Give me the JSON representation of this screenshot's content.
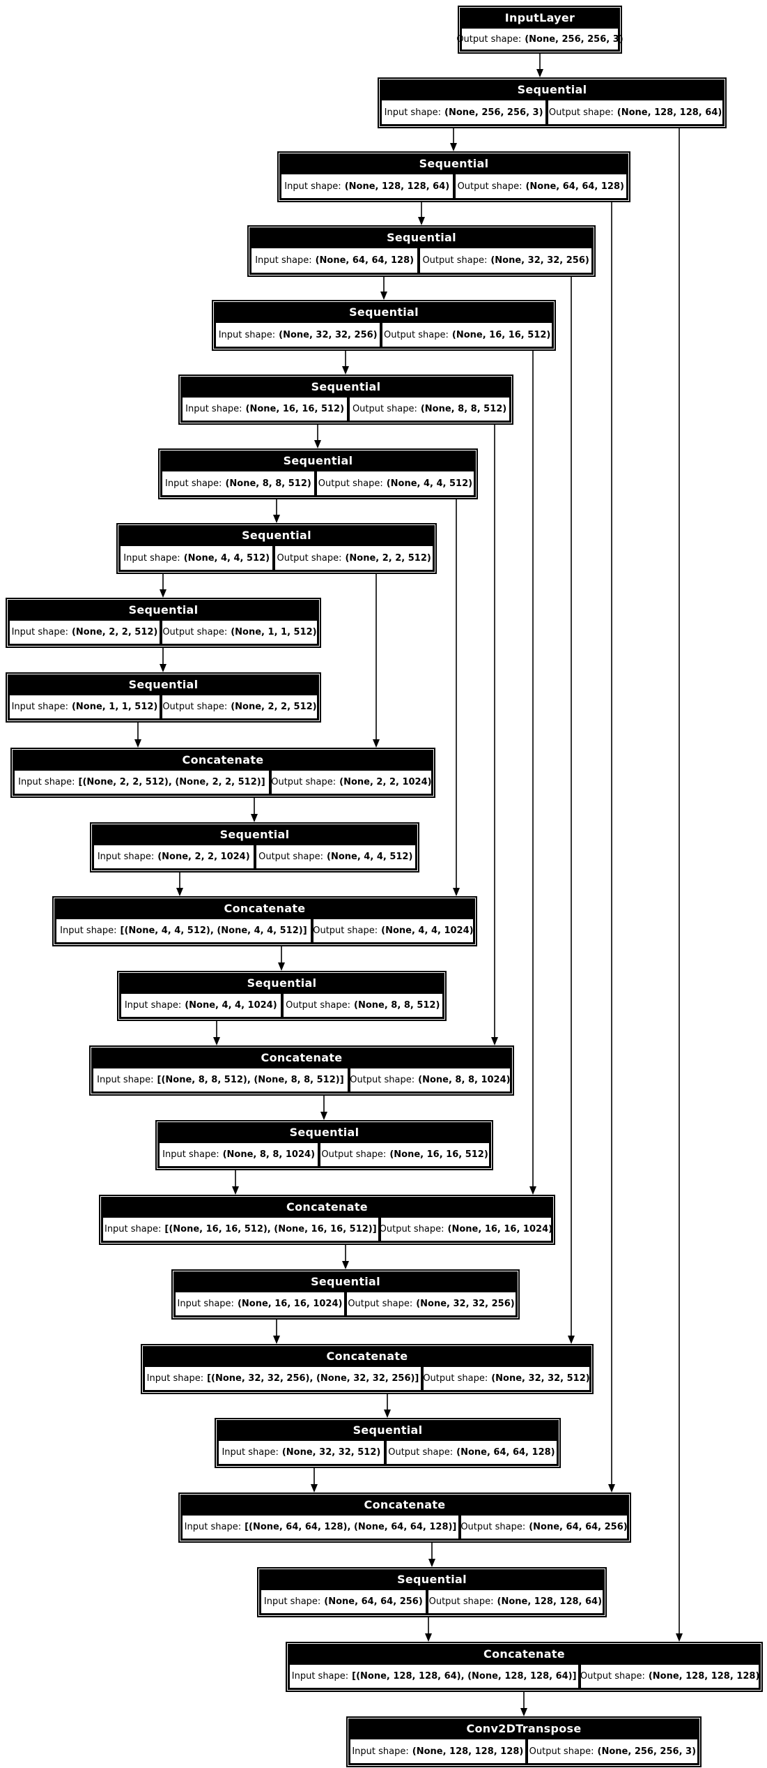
{
  "diagram": {
    "title": "Keras model architecture plot (U-Net generator)",
    "background_color": "#ffffff",
    "node_fill_color": "#000000",
    "node_title_color": "#ffffff",
    "cell_fill_color": "#ffffff",
    "cell_text_color": "#000000",
    "edge_color": "#000000",
    "input_label": "Input shape:",
    "output_label": "Output shape:"
  },
  "nodes": [
    {
      "id": "input",
      "title": "InputLayer",
      "cells": [
        {
          "label": "Output shape:",
          "value": "(None, 256, 256, 3)"
        }
      ]
    },
    {
      "id": "seq1",
      "title": "Sequential",
      "cells": [
        {
          "label": "Input shape:",
          "value": "(None, 256, 256, 3)"
        },
        {
          "label": "Output shape:",
          "value": "(None, 128, 128, 64)"
        }
      ]
    },
    {
      "id": "seq2",
      "title": "Sequential",
      "cells": [
        {
          "label": "Input shape:",
          "value": "(None, 128, 128, 64)"
        },
        {
          "label": "Output shape:",
          "value": "(None, 64, 64, 128)"
        }
      ]
    },
    {
      "id": "seq3",
      "title": "Sequential",
      "cells": [
        {
          "label": "Input shape:",
          "value": "(None, 64, 64, 128)"
        },
        {
          "label": "Output shape:",
          "value": "(None, 32, 32, 256)"
        }
      ]
    },
    {
      "id": "seq4",
      "title": "Sequential",
      "cells": [
        {
          "label": "Input shape:",
          "value": "(None, 32, 32, 256)"
        },
        {
          "label": "Output shape:",
          "value": "(None, 16, 16, 512)"
        }
      ]
    },
    {
      "id": "seq5",
      "title": "Sequential",
      "cells": [
        {
          "label": "Input shape:",
          "value": "(None, 16, 16, 512)"
        },
        {
          "label": "Output shape:",
          "value": "(None, 8, 8, 512)"
        }
      ]
    },
    {
      "id": "seq6",
      "title": "Sequential",
      "cells": [
        {
          "label": "Input shape:",
          "value": "(None, 8, 8, 512)"
        },
        {
          "label": "Output shape:",
          "value": "(None, 4, 4, 512)"
        }
      ]
    },
    {
      "id": "seq7",
      "title": "Sequential",
      "cells": [
        {
          "label": "Input shape:",
          "value": "(None, 4, 4, 512)"
        },
        {
          "label": "Output shape:",
          "value": "(None, 2, 2, 512)"
        }
      ]
    },
    {
      "id": "seq8",
      "title": "Sequential",
      "cells": [
        {
          "label": "Input shape:",
          "value": "(None, 2, 2, 512)"
        },
        {
          "label": "Output shape:",
          "value": "(None, 1, 1, 512)"
        }
      ]
    },
    {
      "id": "seq9",
      "title": "Sequential",
      "cells": [
        {
          "label": "Input shape:",
          "value": "(None, 1, 1, 512)"
        },
        {
          "label": "Output shape:",
          "value": "(None, 2, 2, 512)"
        }
      ]
    },
    {
      "id": "c1",
      "title": "Concatenate",
      "cells": [
        {
          "label": "Input shape:",
          "value": "[(None, 2, 2, 512), (None, 2, 2, 512)]"
        },
        {
          "label": "Output shape:",
          "value": "(None, 2, 2, 1024)"
        }
      ]
    },
    {
      "id": "seq10",
      "title": "Sequential",
      "cells": [
        {
          "label": "Input shape:",
          "value": "(None, 2, 2, 1024)"
        },
        {
          "label": "Output shape:",
          "value": "(None, 4, 4, 512)"
        }
      ]
    },
    {
      "id": "c2",
      "title": "Concatenate",
      "cells": [
        {
          "label": "Input shape:",
          "value": "[(None, 4, 4, 512), (None, 4, 4, 512)]"
        },
        {
          "label": "Output shape:",
          "value": "(None, 4, 4, 1024)"
        }
      ]
    },
    {
      "id": "seq11",
      "title": "Sequential",
      "cells": [
        {
          "label": "Input shape:",
          "value": "(None, 4, 4, 1024)"
        },
        {
          "label": "Output shape:",
          "value": "(None, 8, 8, 512)"
        }
      ]
    },
    {
      "id": "c3",
      "title": "Concatenate",
      "cells": [
        {
          "label": "Input shape:",
          "value": "[(None, 8, 8, 512), (None, 8, 8, 512)]"
        },
        {
          "label": "Output shape:",
          "value": "(None, 8, 8, 1024)"
        }
      ]
    },
    {
      "id": "seq12",
      "title": "Sequential",
      "cells": [
        {
          "label": "Input shape:",
          "value": "(None, 8, 8, 1024)"
        },
        {
          "label": "Output shape:",
          "value": "(None, 16, 16, 512)"
        }
      ]
    },
    {
      "id": "c4",
      "title": "Concatenate",
      "cells": [
        {
          "label": "Input shape:",
          "value": "[(None, 16, 16, 512), (None, 16, 16, 512)]"
        },
        {
          "label": "Output shape:",
          "value": "(None, 16, 16, 1024)"
        }
      ]
    },
    {
      "id": "seq13",
      "title": "Sequential",
      "cells": [
        {
          "label": "Input shape:",
          "value": "(None, 16, 16, 1024)"
        },
        {
          "label": "Output shape:",
          "value": "(None, 32, 32, 256)"
        }
      ]
    },
    {
      "id": "c5",
      "title": "Concatenate",
      "cells": [
        {
          "label": "Input shape:",
          "value": "[(None, 32, 32, 256), (None, 32, 32, 256)]"
        },
        {
          "label": "Output shape:",
          "value": "(None, 32, 32, 512)"
        }
      ]
    },
    {
      "id": "seq14",
      "title": "Sequential",
      "cells": [
        {
          "label": "Input shape:",
          "value": "(None, 32, 32, 512)"
        },
        {
          "label": "Output shape:",
          "value": "(None, 64, 64, 128)"
        }
      ]
    },
    {
      "id": "c6",
      "title": "Concatenate",
      "cells": [
        {
          "label": "Input shape:",
          "value": "[(None, 64, 64, 128), (None, 64, 64, 128)]"
        },
        {
          "label": "Output shape:",
          "value": "(None, 64, 64, 256)"
        }
      ]
    },
    {
      "id": "seq15",
      "title": "Sequential",
      "cells": [
        {
          "label": "Input shape:",
          "value": "(None, 64, 64, 256)"
        },
        {
          "label": "Output shape:",
          "value": "(None, 128, 128, 64)"
        }
      ]
    },
    {
      "id": "c7",
      "title": "Concatenate",
      "cells": [
        {
          "label": "Input shape:",
          "value": "[(None, 128, 128, 64), (None, 128, 128, 64)]"
        },
        {
          "label": "Output shape:",
          "value": "(None, 128, 128, 128)"
        }
      ]
    },
    {
      "id": "convt",
      "title": "Conv2DTranspose",
      "cells": [
        {
          "label": "Input shape:",
          "value": "(None, 128, 128, 128)"
        },
        {
          "label": "Output shape:",
          "value": "(None, 256, 256, 3)"
        }
      ]
    }
  ],
  "edges": [
    {
      "from": "input",
      "to": "seq1",
      "kind": "chain"
    },
    {
      "from": "seq1",
      "to": "seq2",
      "kind": "chain"
    },
    {
      "from": "seq2",
      "to": "seq3",
      "kind": "chain"
    },
    {
      "from": "seq3",
      "to": "seq4",
      "kind": "chain"
    },
    {
      "from": "seq4",
      "to": "seq5",
      "kind": "chain"
    },
    {
      "from": "seq5",
      "to": "seq6",
      "kind": "chain"
    },
    {
      "from": "seq6",
      "to": "seq7",
      "kind": "chain"
    },
    {
      "from": "seq7",
      "to": "seq8",
      "kind": "chain"
    },
    {
      "from": "seq8",
      "to": "seq9",
      "kind": "chain"
    },
    {
      "from": "seq9",
      "to": "c1",
      "kind": "chain"
    },
    {
      "from": "c1",
      "to": "seq10",
      "kind": "chain"
    },
    {
      "from": "seq10",
      "to": "c2",
      "kind": "chain"
    },
    {
      "from": "c2",
      "to": "seq11",
      "kind": "chain"
    },
    {
      "from": "seq11",
      "to": "c3",
      "kind": "chain"
    },
    {
      "from": "c3",
      "to": "seq12",
      "kind": "chain"
    },
    {
      "from": "seq12",
      "to": "c4",
      "kind": "chain"
    },
    {
      "from": "c4",
      "to": "seq13",
      "kind": "chain"
    },
    {
      "from": "seq13",
      "to": "c5",
      "kind": "chain"
    },
    {
      "from": "c5",
      "to": "seq14",
      "kind": "chain"
    },
    {
      "from": "seq14",
      "to": "c6",
      "kind": "chain"
    },
    {
      "from": "c6",
      "to": "seq15",
      "kind": "chain"
    },
    {
      "from": "seq15",
      "to": "c7",
      "kind": "chain"
    },
    {
      "from": "c7",
      "to": "convt",
      "kind": "chain"
    },
    {
      "from": "seq1",
      "to": "c7",
      "kind": "skip"
    },
    {
      "from": "seq2",
      "to": "c6",
      "kind": "skip"
    },
    {
      "from": "seq3",
      "to": "c5",
      "kind": "skip"
    },
    {
      "from": "seq4",
      "to": "c4",
      "kind": "skip"
    },
    {
      "from": "seq5",
      "to": "c3",
      "kind": "skip"
    },
    {
      "from": "seq6",
      "to": "c2",
      "kind": "skip"
    },
    {
      "from": "seq7",
      "to": "c1",
      "kind": "skip"
    }
  ]
}
